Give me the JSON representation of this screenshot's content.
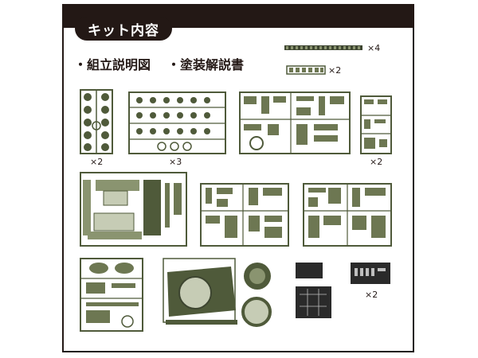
{
  "header": {
    "title": "キット内容"
  },
  "documents": [
    {
      "label": "・組立説明図"
    },
    {
      "label": "・塗装解説書"
    }
  ],
  "quantities": {
    "track": "×4",
    "small_sprue": "×2",
    "sprue_a": "×2",
    "sprue_b": "×3",
    "sprue_d": "×2",
    "photo_etch": "×2"
  },
  "colors": {
    "frame": "#231815",
    "sprue_green": "#4f5a3a",
    "sprue_light": "#8a9470",
    "decal_dark": "#2a2a2a"
  }
}
